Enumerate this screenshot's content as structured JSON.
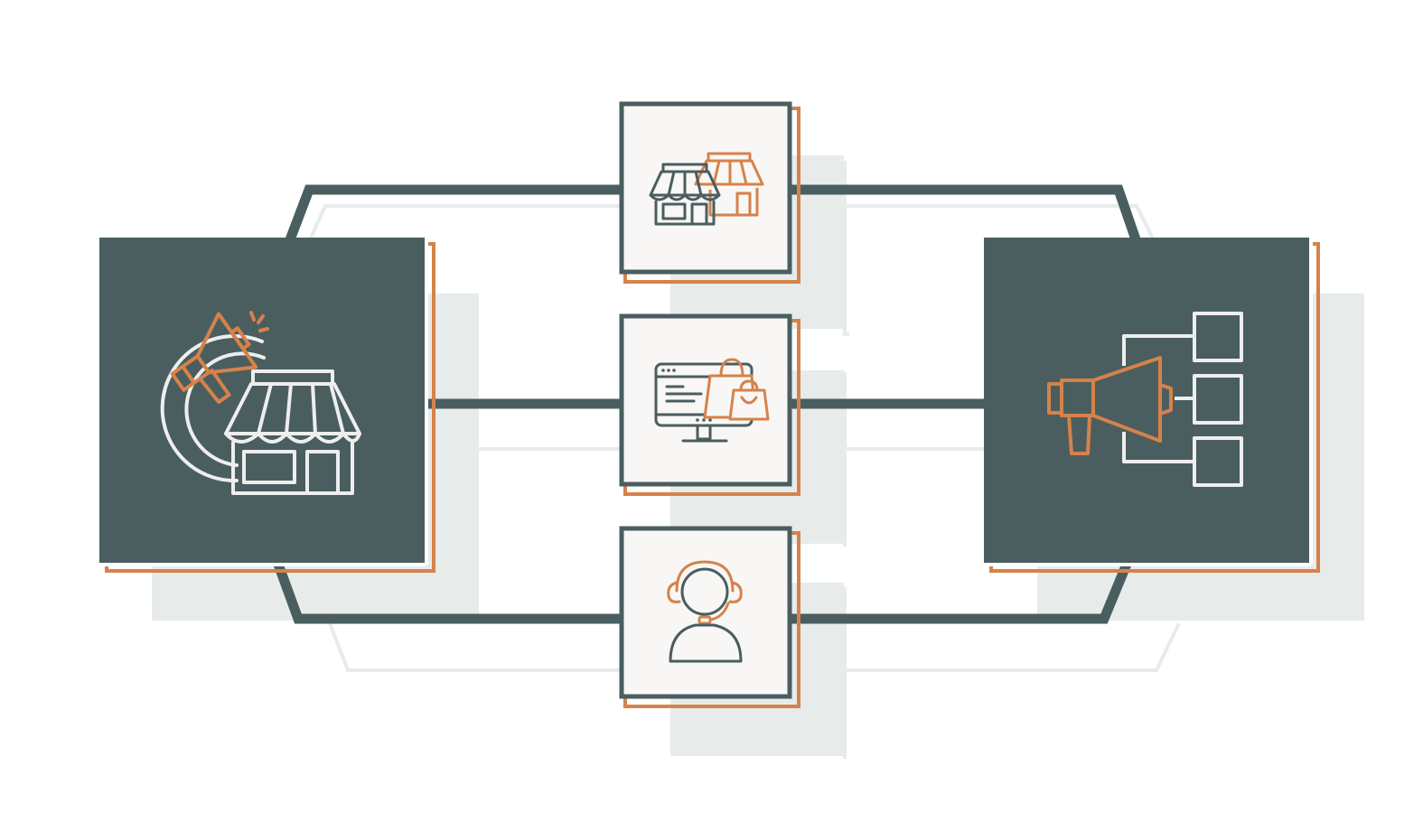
{
  "diagram": {
    "colors": {
      "background": "#ffffff",
      "shadow": "#e7eceb",
      "line": "#4a5e60",
      "dark_box": "#4a5e60",
      "light_box": "#f8f7f5",
      "accent": "#d6824a",
      "icon_light": "#eeeeee"
    },
    "nodes": [
      {
        "id": "left-hub",
        "style": "dark",
        "icon": "megaphone-store-globe-icon"
      },
      {
        "id": "top-channel",
        "style": "light",
        "icon": "two-stores-icon"
      },
      {
        "id": "middle-channel",
        "style": "light",
        "icon": "computer-shopping-bags-icon"
      },
      {
        "id": "bottom-channel",
        "style": "light",
        "icon": "customer-support-agent-icon"
      },
      {
        "id": "right-hub",
        "style": "dark",
        "icon": "megaphone-hierarchy-icon"
      }
    ],
    "connectors": [
      {
        "from": "left-hub",
        "to": "top-channel"
      },
      {
        "from": "top-channel",
        "to": "right-hub"
      },
      {
        "from": "left-hub",
        "to": "middle-channel"
      },
      {
        "from": "middle-channel",
        "to": "right-hub"
      },
      {
        "from": "left-hub",
        "to": "bottom-channel"
      },
      {
        "from": "bottom-channel",
        "to": "right-hub"
      }
    ]
  }
}
